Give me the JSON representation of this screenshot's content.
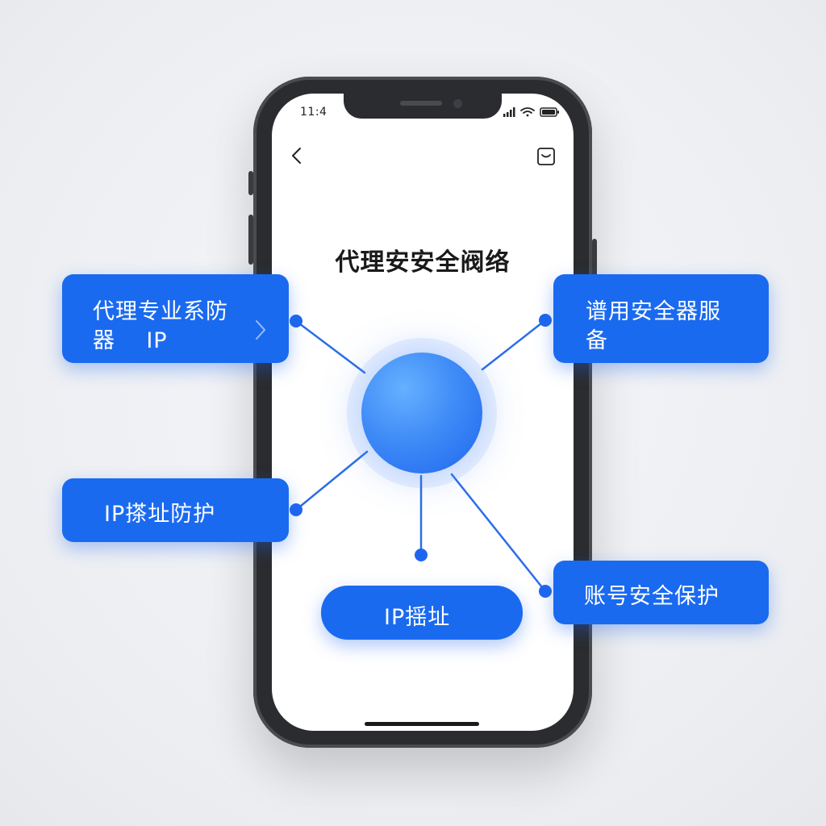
{
  "status_bar": {
    "time": "11:4"
  },
  "header": {
    "back_icon": "chevron-left-icon",
    "menu_icon": "square-smile-icon"
  },
  "page": {
    "title": "代理安安全阀络"
  },
  "nodes": {
    "top_left": {
      "line1": "代理专业系防",
      "line2": "器    IP"
    },
    "top_right": {
      "line1": "谱用安全器服",
      "line2": "备"
    },
    "mid_left": {
      "label": "IP搽址防护"
    },
    "bottom_center": {
      "label": "IP揺址"
    },
    "bottom_right": {
      "label": "账号安全保护"
    }
  },
  "colors": {
    "accent": "#1a6af0",
    "link": "#2a6ee8",
    "hub_light": "#66b0ff",
    "hub_dark": "#1f66ee"
  }
}
